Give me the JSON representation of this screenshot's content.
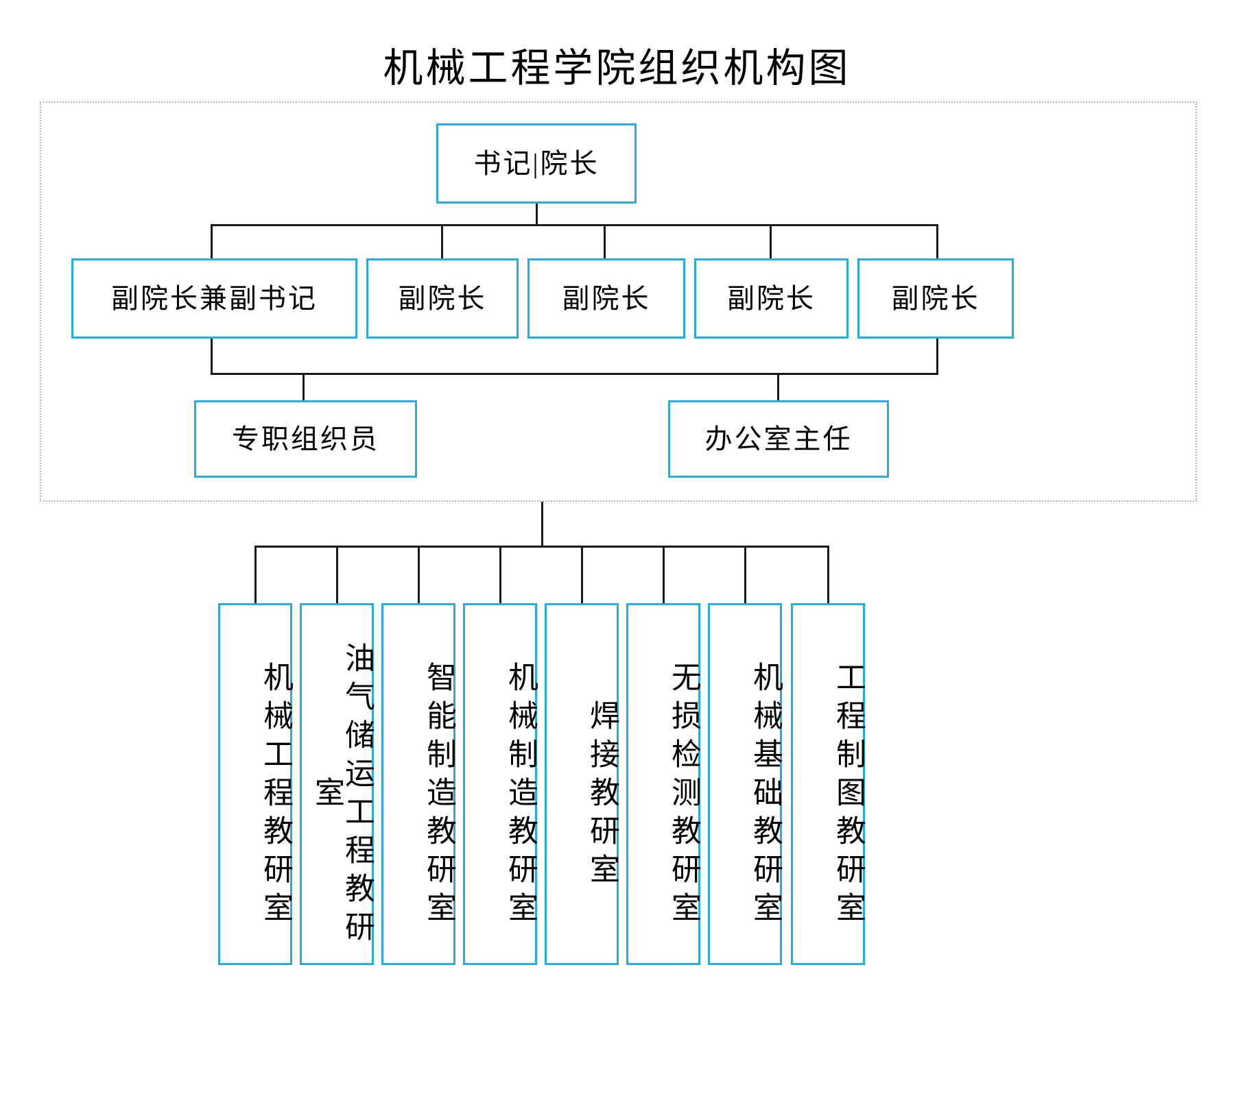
{
  "page": {
    "title": "机械工程学院组织机构图",
    "accent_color": "#29ABE2",
    "line_color": "#1a1a1a",
    "frame_color": "#b5b5b5",
    "background": "#ffffff"
  },
  "chart_data": {
    "type": "diagram",
    "subtype": "organization-chart",
    "title": "机械工程学院组织机构图",
    "levels": [
      {
        "level": 1,
        "nodes": [
          "书记|院长"
        ]
      },
      {
        "level": 2,
        "nodes": [
          "副院长兼副书记",
          "副院长",
          "副院长",
          "副院长",
          "副院长"
        ]
      },
      {
        "level": 3,
        "nodes": [
          "专职组织员",
          "办公室主任"
        ]
      },
      {
        "level": 4,
        "nodes": [
          "机械工程教研室",
          "油气储运工程教研室",
          "智能制造教研室",
          "机械制造教研室",
          "焊接教研室",
          "无损检测教研室",
          "机械基础教研室",
          "工程制图教研室"
        ]
      }
    ]
  },
  "leadership": {
    "head": {
      "label": "书记|院长"
    },
    "deputies": [
      {
        "label": "副院长兼副书记"
      },
      {
        "label": "副院长"
      },
      {
        "label": "副院长"
      },
      {
        "label": "副院长"
      },
      {
        "label": "副院长"
      }
    ],
    "staff": [
      {
        "label": "专职组织员"
      },
      {
        "label": "办公室主任"
      }
    ]
  },
  "departments": [
    {
      "label": "机械工程教研室"
    },
    {
      "label": "油气储运工程教研室"
    },
    {
      "label": "智能制造教研室"
    },
    {
      "label": "机械制造教研室"
    },
    {
      "label": "焊接教研室"
    },
    {
      "label": "无损检测教研室"
    },
    {
      "label": "机械基础教研室"
    },
    {
      "label": "工程制图教研室"
    }
  ]
}
